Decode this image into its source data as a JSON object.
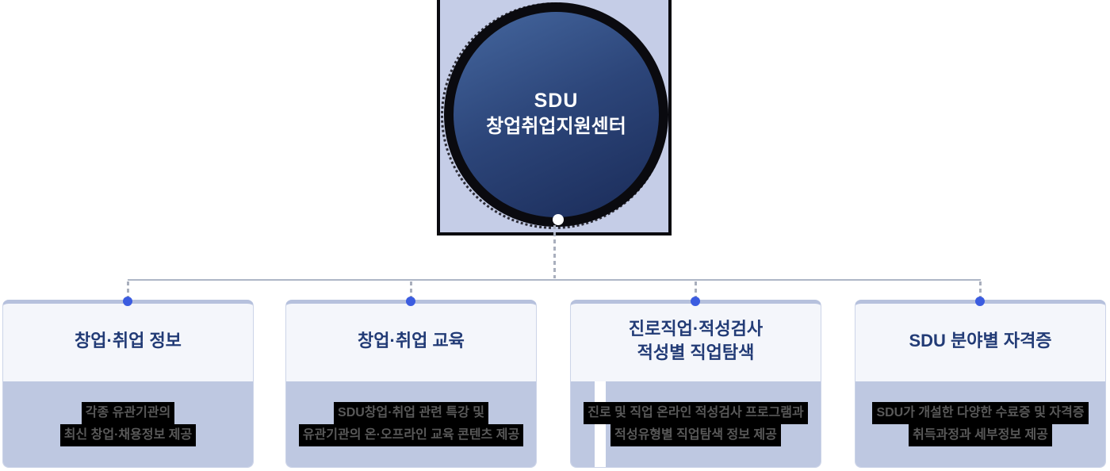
{
  "colors": {
    "accent_dot": "#3b5ce0",
    "title_navy": "#223b76",
    "panel_header_bg": "#f4f6fb",
    "panel_body_bg": "#bec8e1",
    "hero_square_bg": "#c5cde7",
    "hero_globe_light": "#45679f",
    "hero_globe_dark": "#1a2b58",
    "ring_black": "#0a0a0f",
    "connector_gray": "#a9afbd",
    "highlight_bg": "#000000",
    "highlight_text": "#595959"
  },
  "center": {
    "title_line1": "SDU",
    "title_line2": "창업취업지원센터"
  },
  "branches": [
    {
      "title": "창업·취업 정보",
      "desc": [
        "각종 유관기관의",
        "최신 창업·채용정보 제공"
      ]
    },
    {
      "title": "창업·취업 교육",
      "desc": [
        "SDU창업·취업 관련 특강 및",
        "유관기관의 온·오프라인 교육 콘텐츠 제공"
      ]
    },
    {
      "title": "진로직업·적성검사\n적성별 직업탐색",
      "desc": [
        "진로 및 직업 온라인 적성검사 프로그램과",
        "적성유형별 직업탐색 정보 제공"
      ]
    },
    {
      "title": "SDU 분야별 자격증",
      "desc": [
        "SDU가 개설한 다양한 수료증 및 자격증",
        "취득과정과 세부정보 제공"
      ]
    }
  ]
}
